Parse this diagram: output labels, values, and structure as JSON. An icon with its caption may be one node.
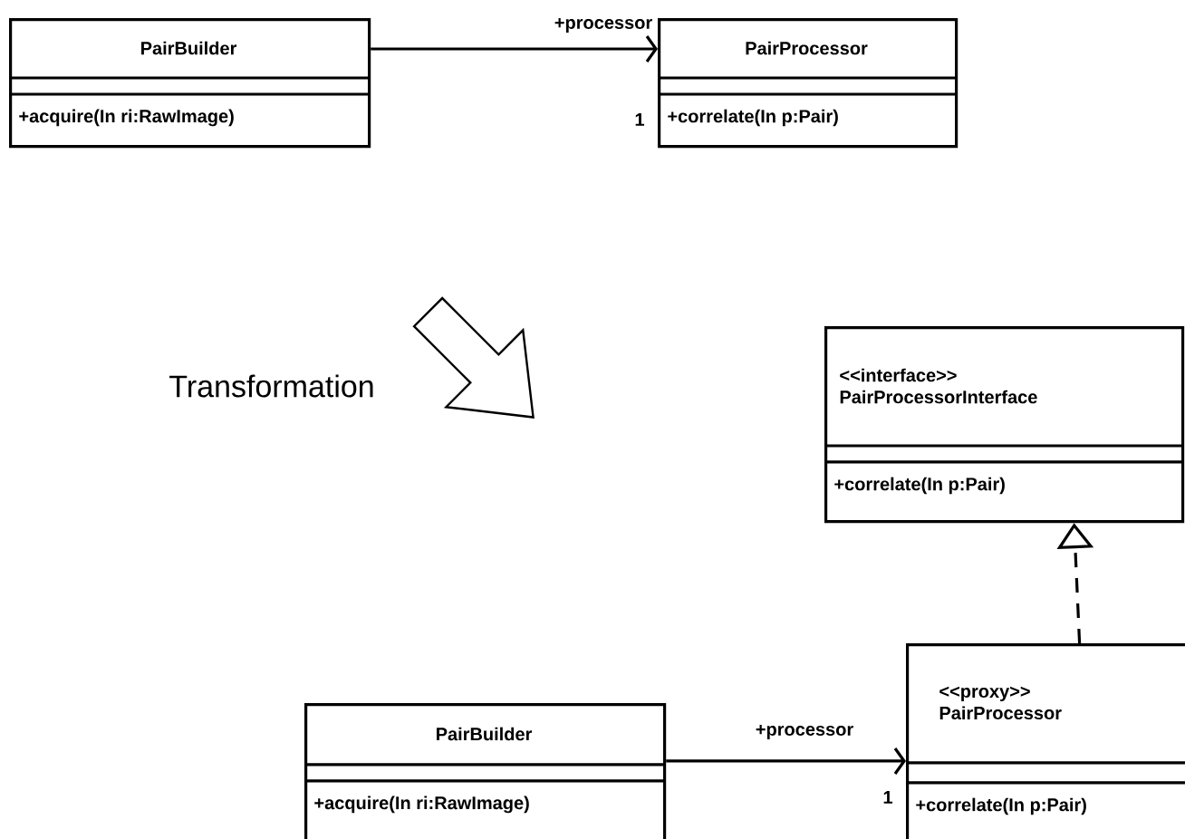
{
  "diagram": {
    "nodes": [
      {
        "text": [
          "PairBuilder",
          "+acquire(In ri:RawImage)"
        ]
      },
      {
        "text": [
          "PairProcessor",
          "+correlate(In p:Pair)"
        ]
      },
      {
        "text": [
          "<<interface>>",
          "PairProcessorInterface",
          "+correlate(In p:Pair)"
        ]
      },
      {
        "text": [
          "PairBuilder",
          "+acquire(In ri:RawImage)"
        ]
      },
      {
        "text": [
          "<<proxy>>",
          "PairProcessor",
          "+correlate(In p:Pair)"
        ]
      }
    ],
    "edges": [
      {
        "from": 0,
        "to": 1,
        "arrow": "to",
        "label": "+processor"
      },
      {
        "from": 4,
        "to": 2,
        "arrow": "to",
        "style": "dashed"
      },
      {
        "from": 3,
        "to": 4,
        "arrow": "to",
        "label": "+processor"
      }
    ],
    "labels": [
      "1",
      "Transformation",
      "1"
    ]
  }
}
